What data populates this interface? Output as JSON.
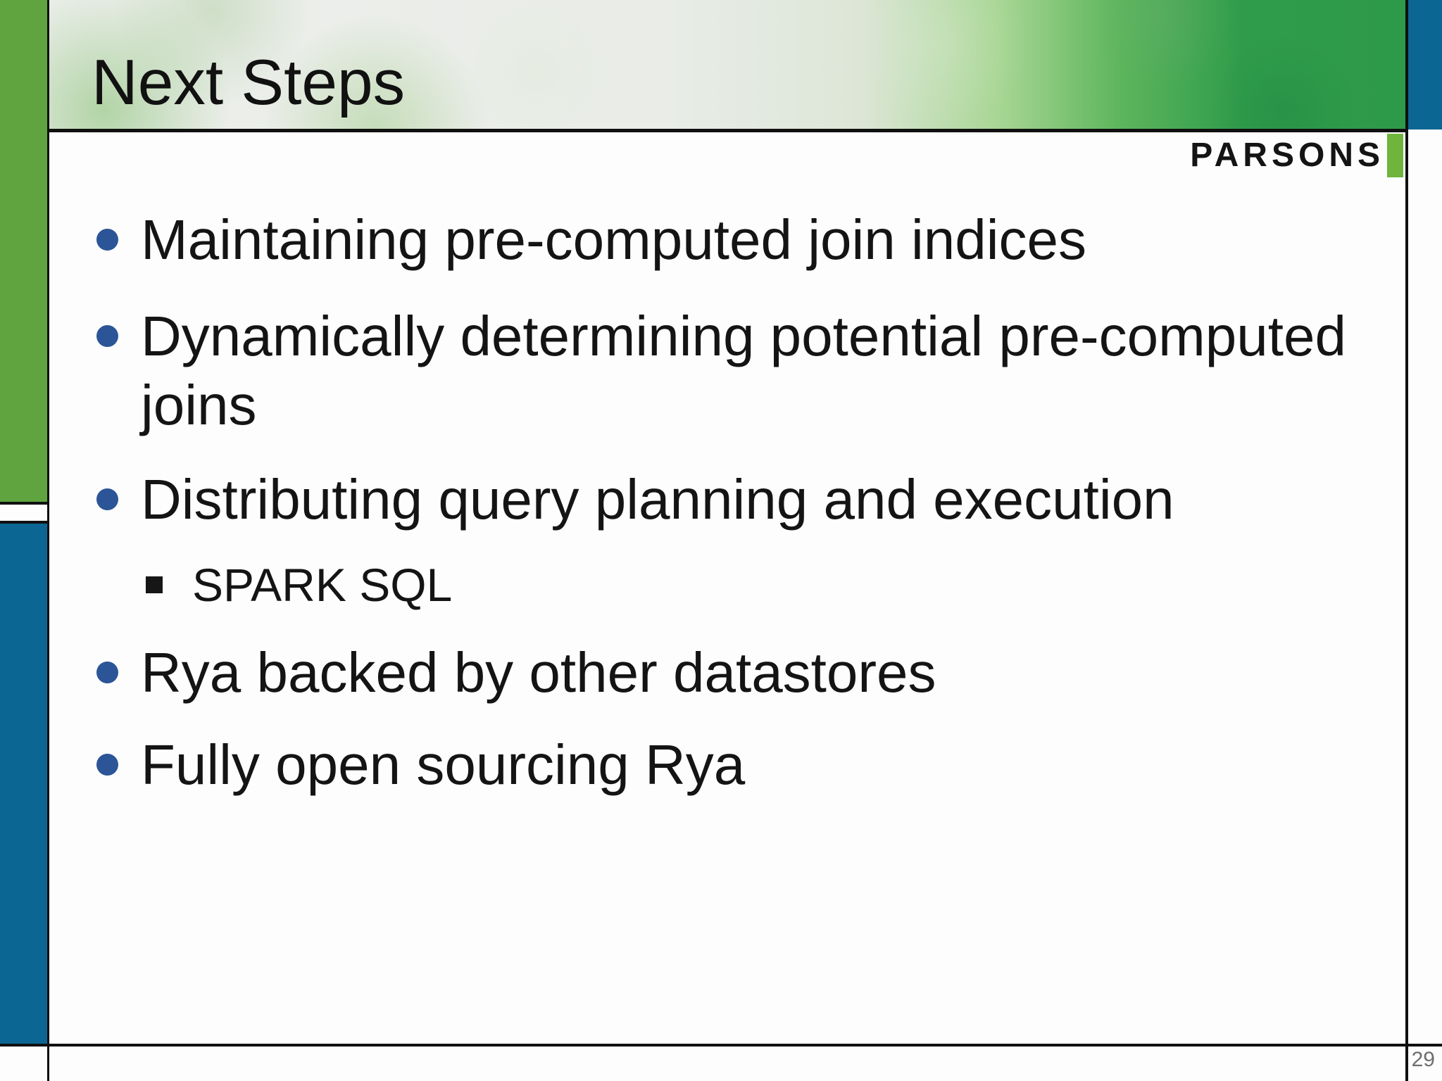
{
  "slide": {
    "title": "Next Steps",
    "logo": {
      "text": "PARSONS"
    },
    "bullets": [
      {
        "level": 1,
        "text": "Maintaining pre-computed join indices"
      },
      {
        "level": 1,
        "text": "Dynamically determining potential pre-computed joins"
      },
      {
        "level": 1,
        "text": "Distributing query planning and execution"
      },
      {
        "level": 2,
        "text": "SPARK SQL"
      },
      {
        "level": 1,
        "text": "Rya backed by other datastores"
      },
      {
        "level": 1,
        "text": "Fully open sourcing Rya"
      }
    ],
    "page_number": "29",
    "colors": {
      "sidebar-green": "#5fa43e",
      "sidebar-blue": "#0b6694",
      "header-green": "#2f9c4b",
      "bullet-dot": "#2b5596",
      "logo-green": "#6fb43d",
      "page-gray": "#6e6e6e"
    }
  }
}
